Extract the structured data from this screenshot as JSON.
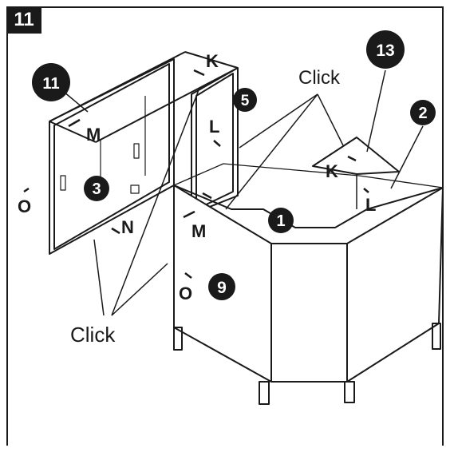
{
  "step": {
    "number": "11"
  },
  "click_labels": {
    "top": "Click",
    "bottom": "Click"
  },
  "part_badges": {
    "door_badge": "11",
    "side_panel_badge": "5",
    "back_panel_badge": "3",
    "base_badge": "1",
    "shelf_badge": "13",
    "right_badge": "2",
    "front_badge": "9"
  },
  "fitting_labels": {
    "k_door": "K",
    "m_door": "M",
    "l_side": "L",
    "o_left": "O",
    "n_bottom": "N",
    "m_cabinet": "M",
    "k_shelf": "K",
    "l_right": "L",
    "o_front": "O"
  }
}
